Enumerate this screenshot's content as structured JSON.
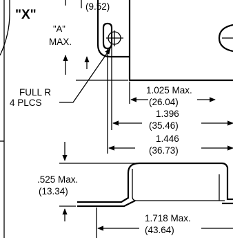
{
  "view_label": "\"X\"",
  "dim_a": {
    "name": "\"A\"",
    "qualifier": "MAX."
  },
  "top_partial": "(9.52)",
  "fillet_note": {
    "line1": "FULL R",
    "line2": "4 PLCS"
  },
  "body_width": {
    "inch": "1.025 Max.",
    "mm": "(26.04)"
  },
  "hole_span": {
    "inch": "1.396",
    "mm": "(35.46)"
  },
  "flange_span": {
    "inch": "1.446",
    "mm": "(36.73)"
  },
  "height": {
    "inch": ".525 Max.",
    "mm": "(13.34)"
  },
  "overall_length": {
    "inch": "1.718 Max.",
    "mm": "(43.64)"
  }
}
